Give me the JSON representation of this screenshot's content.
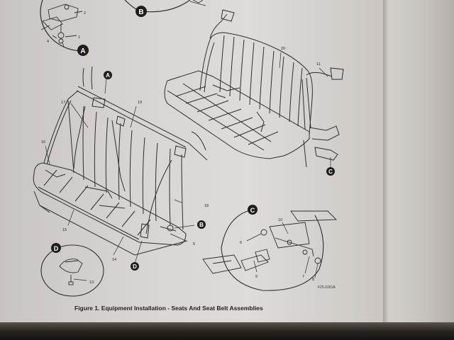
{
  "callouts": {
    "detailA": "A",
    "detailB": "B",
    "detailC": "C",
    "detailD": "D"
  },
  "part_numbers": {
    "n1": "1",
    "n2": "2",
    "n4": "4",
    "n5": "5",
    "n6": "6",
    "n7": "7",
    "n8": "8",
    "n9": "9",
    "n10": "10",
    "n11": "11",
    "n13": "13",
    "n14": "14",
    "n15": "15",
    "n16": "16",
    "n17": "17",
    "n18": "18",
    "n19": "19",
    "n20": "20"
  },
  "figure_code": "F25-1001A",
  "caption": "Figure 1.  Equipment Installation - Seats And Seat Belt Assemblies",
  "colors": {
    "paper": "#dcd8d5",
    "ink": "#2b2b2b"
  }
}
